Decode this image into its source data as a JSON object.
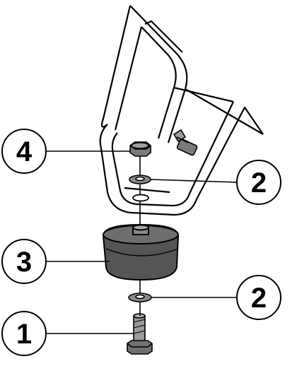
{
  "callouts": [
    {
      "id": "callout-4",
      "label": "4"
    },
    {
      "id": "callout-2-upper",
      "label": "2"
    },
    {
      "id": "callout-3",
      "label": "3"
    },
    {
      "id": "callout-2-lower",
      "label": "2"
    },
    {
      "id": "callout-1",
      "label": "1"
    }
  ],
  "colors": {
    "line": "#000000",
    "background": "#ffffff",
    "bracket_fill": "#ffffff",
    "mount_fill": "#555555",
    "mount_top": "#6e6e6e",
    "hardware_fill": "#707070",
    "hardware_light": "#a8a8a8"
  }
}
